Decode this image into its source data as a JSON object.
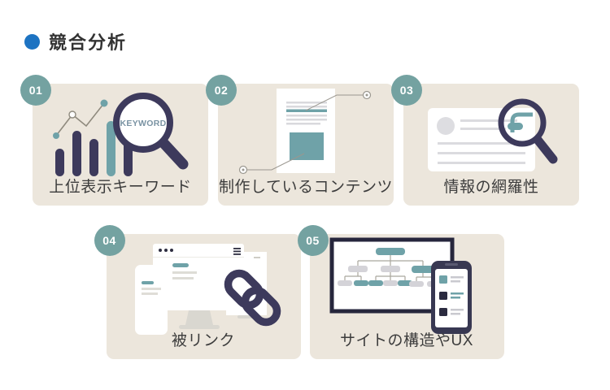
{
  "page": {
    "background": "#ffffff"
  },
  "header": {
    "title": "競合分析",
    "bullet_color": "#1d73c2"
  },
  "colors": {
    "card_bg": "#ece6dc",
    "badge_teal": "#74a2a1",
    "icon_navy": "#3d3a5c",
    "icon_teal": "#6fa2a8",
    "line_gray": "#d9d9dd",
    "text": "#3c3c3c"
  },
  "cards": [
    {
      "number": "01",
      "label": "上位表示キーワード",
      "icon": "keyword-rank-chart-magnifier",
      "magnifier_text": "KEYWORD"
    },
    {
      "number": "02",
      "label": "制作しているコンテンツ",
      "icon": "content-document-callouts"
    },
    {
      "number": "03",
      "label": "情報の網羅性",
      "icon": "info-card-magnifier"
    },
    {
      "number": "04",
      "label": "被リンク",
      "icon": "browser-devices-chain-link"
    },
    {
      "number": "05",
      "label": "サイトの構造やUX",
      "icon": "sitemap-monitor-smartphone"
    }
  ]
}
